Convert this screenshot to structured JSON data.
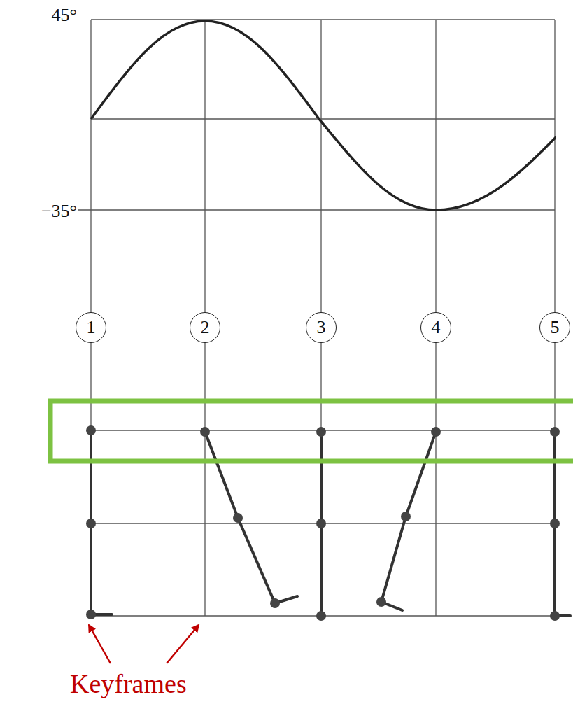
{
  "diagram": {
    "nodes": [
      {
        "text": [
          "1"
        ]
      },
      {
        "text": [
          "2"
        ]
      },
      {
        "text": [
          "3"
        ]
      },
      {
        "text": [
          "4"
        ]
      },
      {
        "text": [
          "5"
        ]
      }
    ],
    "labels": [
      "45°",
      "−35°",
      "Keyframes"
    ]
  }
}
